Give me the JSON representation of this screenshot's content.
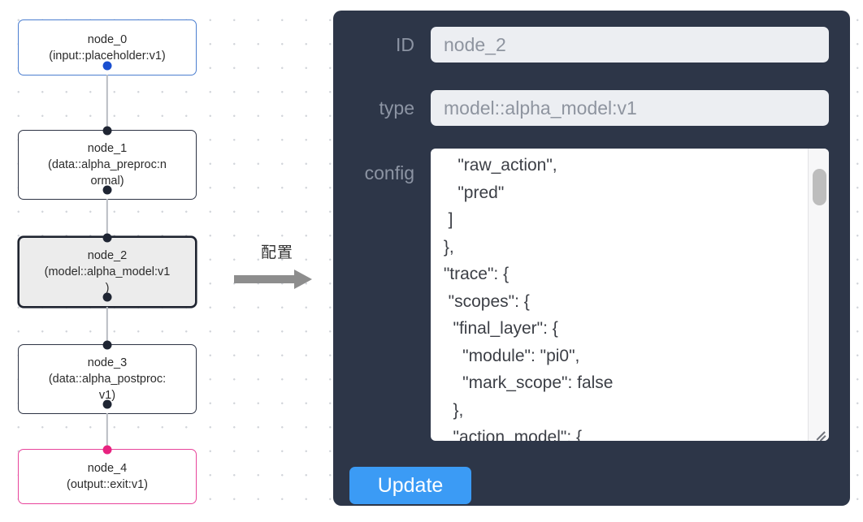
{
  "graph": {
    "nodes": [
      {
        "id": "node_0",
        "label": "node_0",
        "type_label": "(input::placeholder:v1)",
        "kind": "input"
      },
      {
        "id": "node_1",
        "label": "node_1",
        "type_label": "(data::alpha_preproc:n",
        "type_label_2": "ormal)",
        "kind": "default"
      },
      {
        "id": "node_2",
        "label": "node_2",
        "type_label": "(model::alpha_model:v1",
        "type_label_2": ")",
        "kind": "selected"
      },
      {
        "id": "node_3",
        "label": "node_3",
        "type_label": "(data::alpha_postproc:",
        "type_label_2": "v1)",
        "kind": "default"
      },
      {
        "id": "node_4",
        "label": "node_4",
        "type_label": "(output::exit:v1)",
        "kind": "output"
      }
    ],
    "colors": {
      "input_border": "#4b7ed0",
      "output_border": "#e8449b",
      "selected_fill": "#ececec",
      "default_border": "#2d3344",
      "edge": "#b9bcc3",
      "handle_blue": "#1a4fd0",
      "handle_pink": "#e8227f",
      "handle_dark": "#1f2533"
    }
  },
  "transition": {
    "label": "配置",
    "arrow_color": "#8d8d8d"
  },
  "inspector": {
    "background": "#2d3648",
    "fields": {
      "id": {
        "label": "ID",
        "value": "node_2"
      },
      "type": {
        "label": "type",
        "value": "model::alpha_model:v1"
      },
      "config": {
        "label": "config",
        "value": "    \"raw_action\",\n    \"pred\"\n  ]\n },\n \"trace\": {\n  \"scopes\": {\n   \"final_layer\": {\n     \"module\": \"pi0\",\n     \"mark_scope\": false\n   },\n   \"action_model\": {"
      }
    },
    "update_button": {
      "label": "Update",
      "color": "#3b9bf5"
    }
  }
}
